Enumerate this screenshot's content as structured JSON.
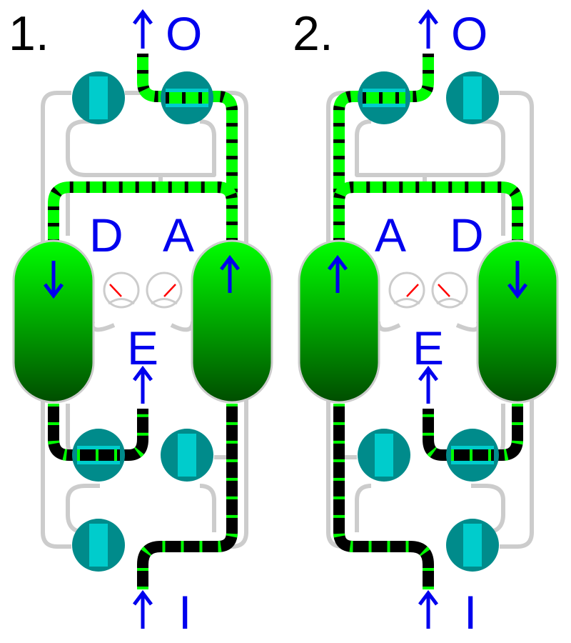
{
  "panels": [
    {
      "number_label": "1.",
      "outlet_label": "O",
      "inlet_label": "I",
      "exhaust_label": "E",
      "left_tower_label": "D",
      "right_tower_label": "A",
      "left_tower_flow": "down",
      "right_tower_flow": "up"
    },
    {
      "number_label": "2.",
      "outlet_label": "O",
      "inlet_label": "I",
      "exhaust_label": "E",
      "left_tower_label": "A",
      "right_tower_label": "D",
      "left_tower_flow": "up",
      "right_tower_flow": "down"
    }
  ],
  "colors": {
    "dry_air": "#00ff00",
    "wet_air": "#000000",
    "pipe": "#cccccc",
    "label": "#0000ee",
    "valve": "#008b8b",
    "valve_open": "#00cccc",
    "gauge_needle": "#ff0000"
  },
  "icons": {
    "flow_arrow": "arrow-icon",
    "pressure_gauge": "gauge-icon",
    "valve": "valve-icon"
  }
}
